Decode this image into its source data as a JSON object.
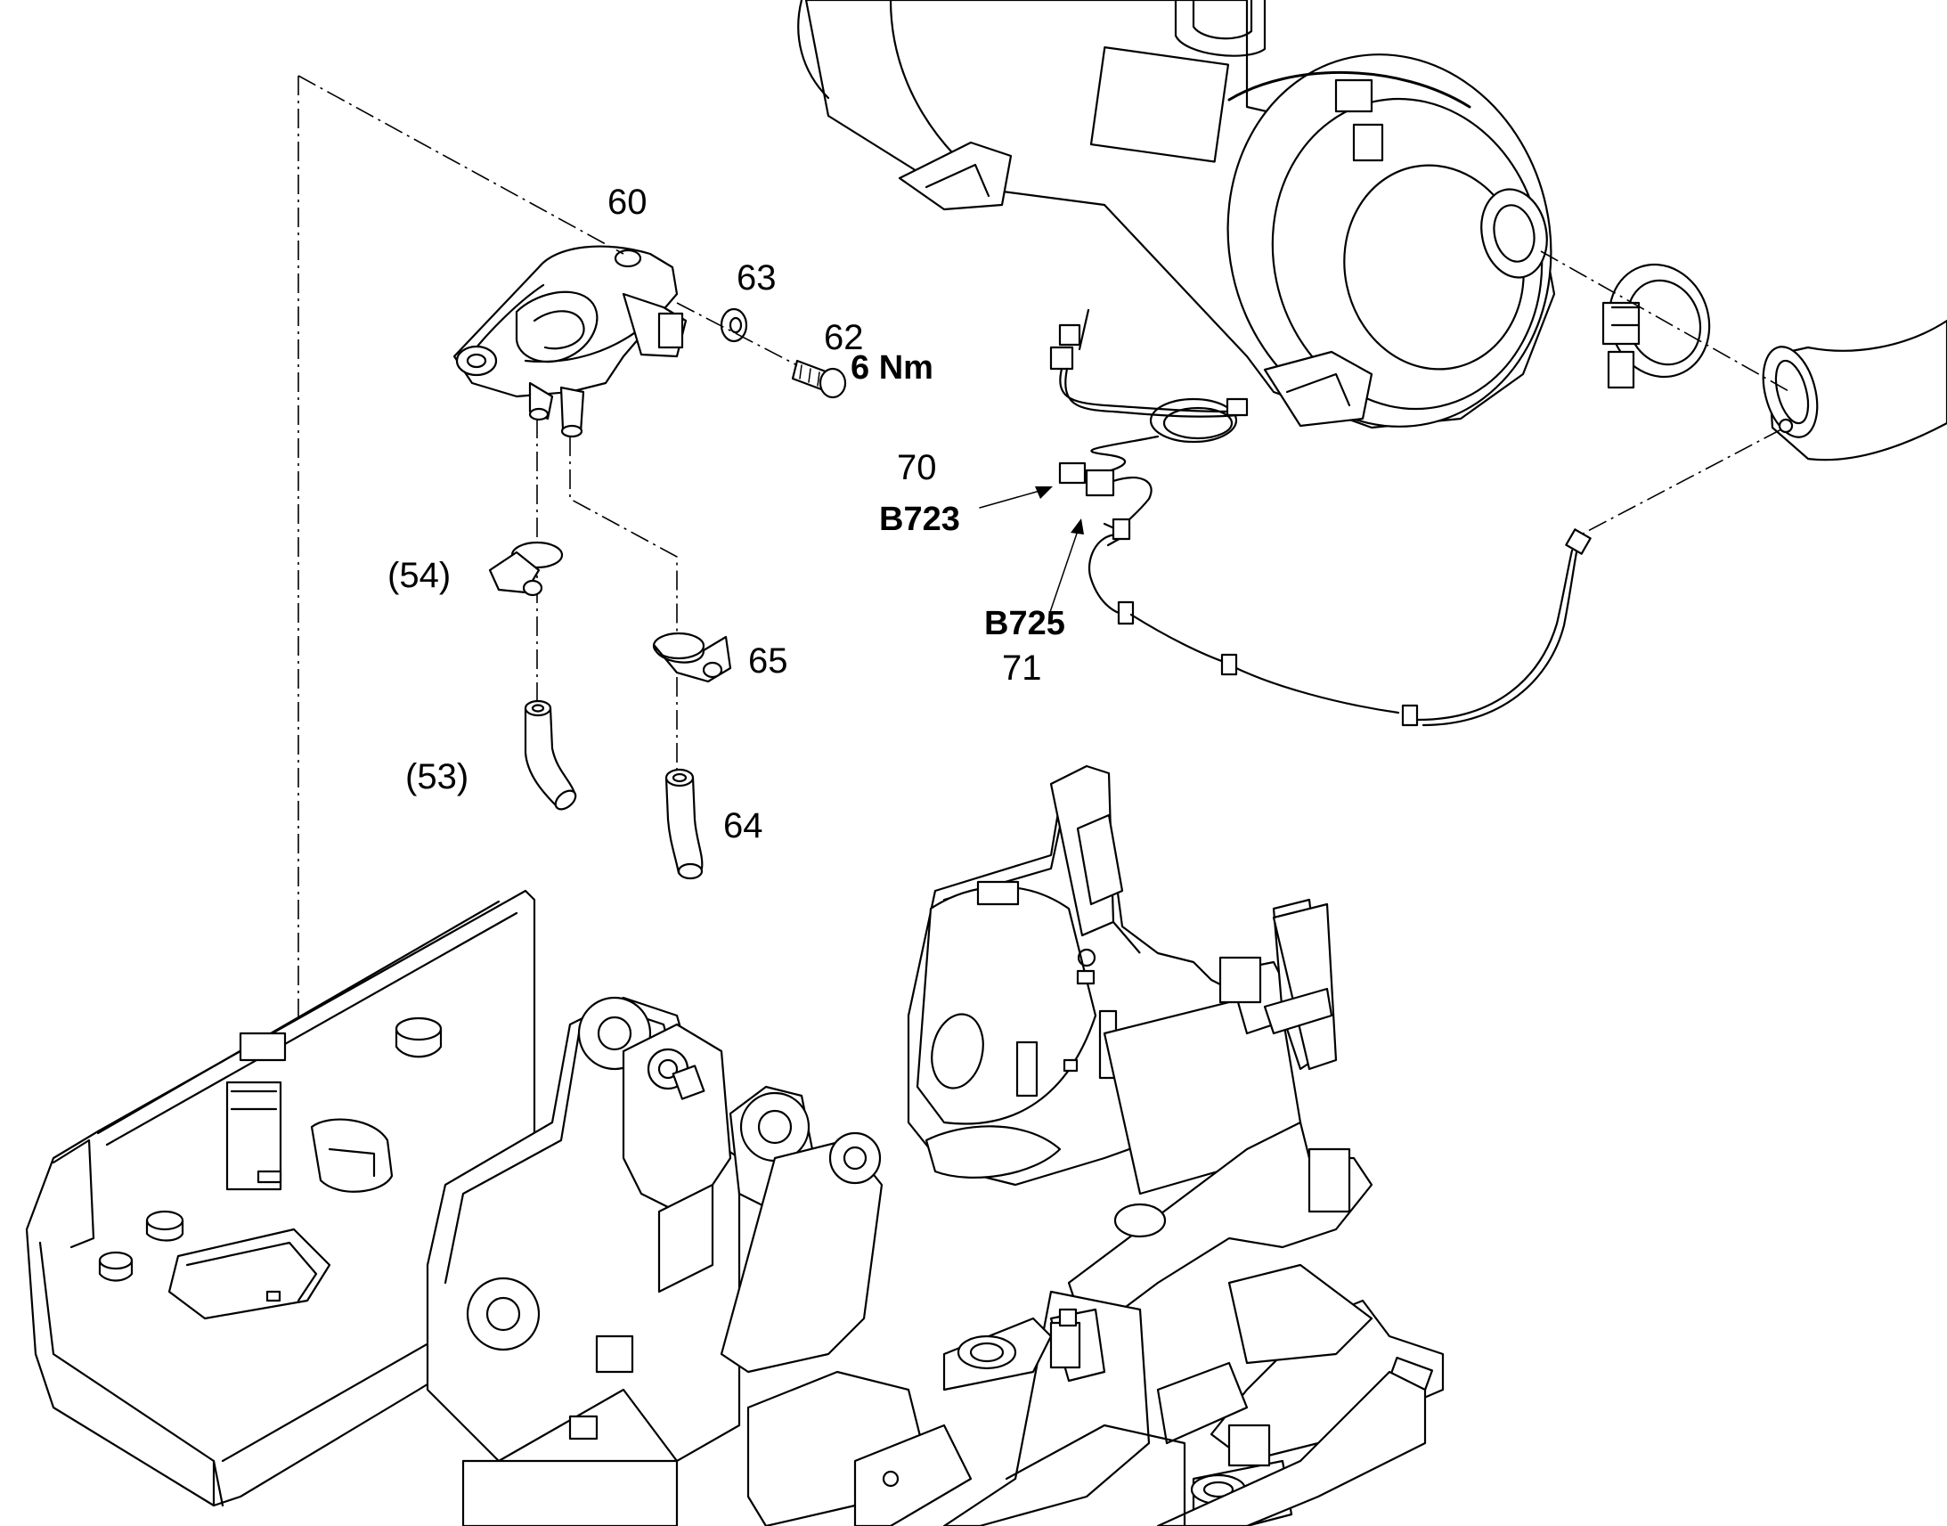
{
  "callouts": {
    "c60": "60",
    "c63": "63",
    "c62": "62",
    "torque": "6 Nm",
    "c70": "70",
    "b723": "B723",
    "c54": "(54)",
    "c65": "65",
    "b725": "B725",
    "c71": "71",
    "c53": "(53)",
    "c64": "64"
  }
}
